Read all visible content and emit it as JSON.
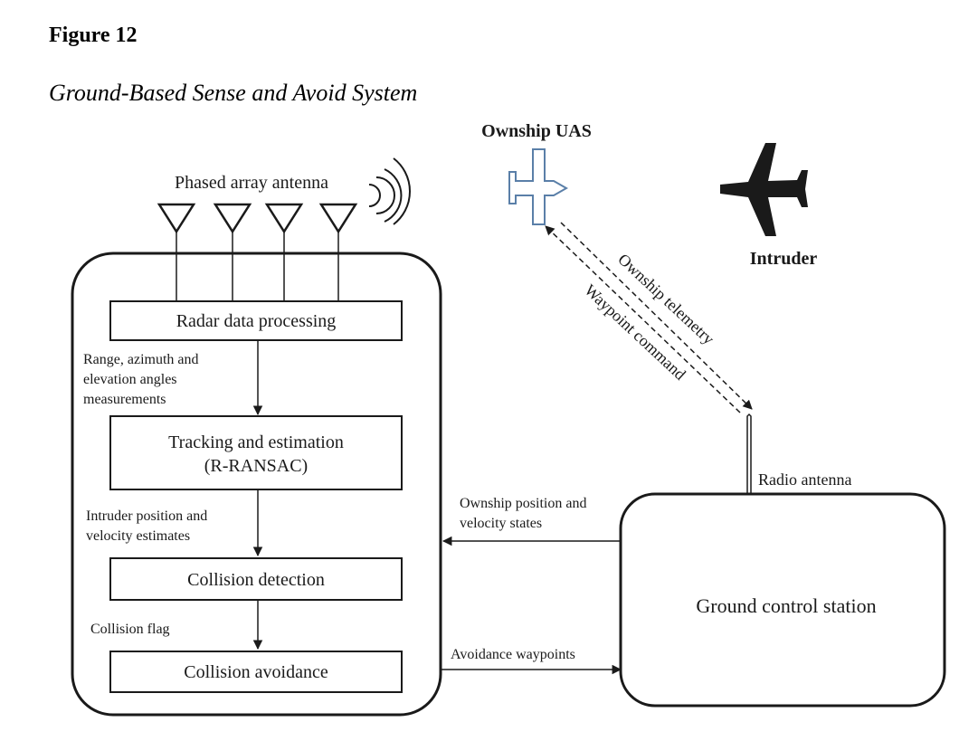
{
  "figure": {
    "label": "Figure 12",
    "title": "Ground-Based Sense and Avoid System"
  },
  "antenna": {
    "label": "Phased array antenna"
  },
  "ownship": {
    "label": "Ownship UAS"
  },
  "intruder": {
    "label": "Intruder"
  },
  "links": {
    "telemetry": "Ownship telemetry",
    "waypoint": "Waypoint command",
    "radio": "Radio antenna",
    "ownship_states_line1": "Ownship position and",
    "ownship_states_line2": "velocity states",
    "avoidance": "Avoidance waypoints"
  },
  "blocks": {
    "radar": "Radar data processing",
    "tracking_line1": "Tracking and estimation",
    "tracking_line2": "(R-RANSAC)",
    "detection": "Collision detection",
    "avoidance": "Collision avoidance",
    "gcs": "Ground control station"
  },
  "flows": {
    "measurements_line1": "Range, azimuth and",
    "measurements_line2": "elevation angles",
    "measurements_line3": "measurements",
    "estimates_line1": "Intruder position and",
    "estimates_line2": "velocity estimates",
    "flag": "Collision flag"
  },
  "colors": {
    "ink": "#1a1a1a",
    "uas_outline": "#5a7fa8"
  }
}
